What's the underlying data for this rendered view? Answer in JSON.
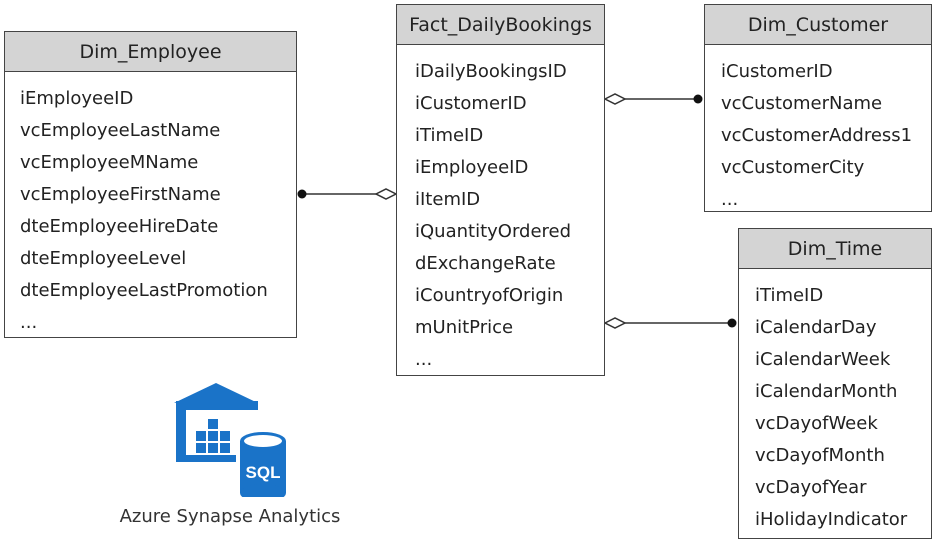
{
  "entities": {
    "employee": {
      "title": "Dim_Employee",
      "fields": [
        "iEmployeeID",
        "vcEmployeeLastName",
        "vcEmployeeMName",
        "vcEmployeeFirstName",
        "dteEmployeeHireDate",
        "dteEmployeeLevel",
        "dteEmployeeLastPromotion",
        "..."
      ]
    },
    "fact": {
      "title": "Fact_DailyBookings",
      "fields": [
        "iDailyBookingsID",
        "iCustomerID",
        "iTimeID",
        "iEmployeeID",
        "iItemID",
        "iQuantityOrdered",
        "dExchangeRate",
        "iCountryofOrigin",
        "mUnitPrice",
        "..."
      ]
    },
    "customer": {
      "title": "Dim_Customer",
      "fields": [
        "iCustomerID",
        "vcCustomerName",
        "vcCustomerAddress1",
        "vcCustomerCity",
        "..."
      ]
    },
    "time": {
      "title": "Dim_Time",
      "fields": [
        "iTimeID",
        "iCalendarDay",
        "iCalendarWeek",
        "iCalendarMonth",
        "vcDayofWeek",
        "vcDayofMonth",
        "vcDayofYear",
        "iHolidayIndicator"
      ]
    }
  },
  "relationships": [
    {
      "from": "employee",
      "to": "fact",
      "from_end": "filled-dot",
      "to_end": "hollow-diamond"
    },
    {
      "from": "fact",
      "to": "customer",
      "from_end": "hollow-diamond",
      "to_end": "filled-dot"
    },
    {
      "from": "fact",
      "to": "time",
      "from_end": "hollow-diamond",
      "to_end": "filled-dot"
    }
  ],
  "logo": {
    "caption": "Azure Synapse Analytics",
    "badge_text": "SQL",
    "icon": "azure-synapse-sql-icon",
    "color": "#1a73c8"
  },
  "colors": {
    "header_bg": "#d4d4d4",
    "border": "#444444",
    "text": "#222222"
  }
}
